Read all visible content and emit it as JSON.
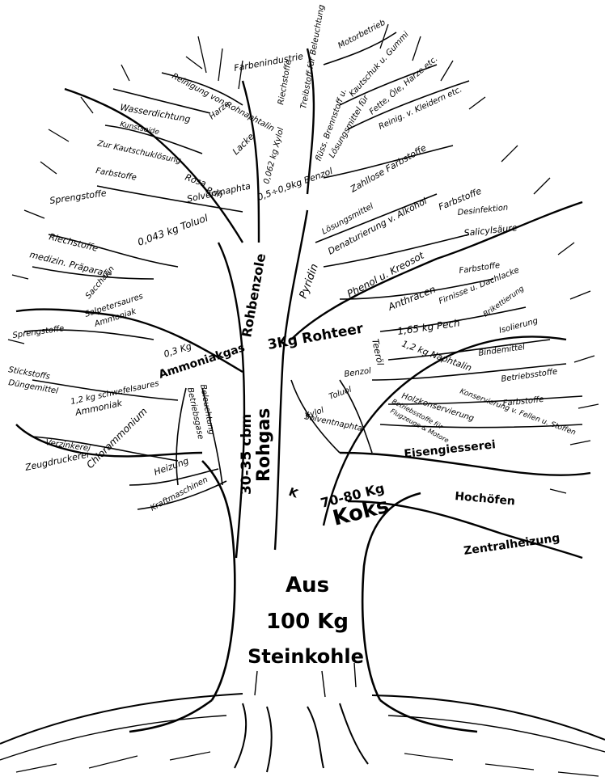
{
  "trunk": {
    "title_line1": "Aus",
    "title_line2": "100 Kg",
    "title_line3": "Steinkohle"
  },
  "main_products": {
    "rohgas_amount": "30-35 cbm",
    "rohgas": "Rohgas",
    "koks_amount": "70-80 Kg",
    "koks": "Koks",
    "rohteer": "3Kg Rohteer",
    "rohbenzole": "Rohbenzole",
    "ammoniakgas_amount": "0,3 Kg",
    "ammoniakgas": "Ammoniakgas",
    "k_mark": "K"
  },
  "labels": {
    "benzol_amount": "0,5÷0,9kg Benzol",
    "xylol": "0,062 kg Xylol",
    "toluol_amount": "0,043 kg Toluol",
    "farbenindustrie": "Farbenindustrie",
    "riechstoffe_top": "Riechstoffe",
    "treibstoff": "Treibstoff für Beleuchtung",
    "motorbetrieb": "Motorbetrieb",
    "kautschuk_gummi": "Kautschuk u. Gummi",
    "fette_oele": "Fette, Öle, Harze etc.",
    "reinig_kleidern": "Reinig. v. Kleidern etc.",
    "loesungsmittel_fuer": "Lösungsmittel für",
    "fluess_brennstoff": "flüss. Brennstoff u.",
    "zahllose_farbstoffe": "Zahllose Farbstoffe",
    "reinigung": "Reinigung von Rohnaphtalin",
    "lacke": "Lacke",
    "harze": "Harze",
    "wasserdicht": "Wasserdichtung",
    "kunstseide": "Kunstseide",
    "zur_kautschukloesung": "Zur Kautschuklösung",
    "farbstoffe_1": "Farbstoffe",
    "rosa": "Rosa",
    "roh": "Roh",
    "solventnaphta": "Solventnaphta",
    "sprengstoffe_1": "Sprengstoffe",
    "riechstoffe": "Riechstoffe",
    "medizin": "medizin. Präparate",
    "saccharin": "Saccharin",
    "sprengstoffe_2": "Sprengstoffe",
    "salpetersaures": "Salpetersaures",
    "ammoniak_1": "Ammoniak",
    "stickstoffs": "Stickstoffs",
    "duengemittel": "Düngemittel",
    "schwefelsaures_amount": "1,2 kg schwefelsaures",
    "ammoniak_2": "Ammoniak",
    "verzinkerei": "Verzinkerei",
    "zeugdruckerei": "Zeugdruckerei",
    "chlorammonium": "Chlorammonium",
    "beleuchtung": "Beleuchtung",
    "betriebsgase": "Betriebsgase",
    "heizung": "Heizung",
    "kraftmaschinen": "Kraftmaschinen",
    "pyridin": "Pyridin",
    "loesungsmittel": "Lösungsmittel",
    "denaturierung": "Denaturierung v. Alkohol",
    "phenol": "Phenol u. Kreosot",
    "farbstoffe_2": "Farbstoffe",
    "desinfektion": "Desinfektion",
    "salicylsaeure": "Salicylsäure",
    "anthracen": "Anthracen",
    "farbstoffe_3": "Farbstoffe",
    "firnisse": "Firnisse u. Dachlacke",
    "brikettierung": "Brikettierung",
    "isolierung": "Isolierung",
    "pech": "1,65 kg Pech",
    "bindemittel": "Bindemittel",
    "teeroel": "Teeröl",
    "naphtalin": "1,2 kg Naphtalin",
    "betriebsstoffe": "Betriebsstoffe",
    "farbstoffe_4": "Farbstoffe",
    "konservierung": "Konservierung v. Fellen u. Stoffen",
    "benzol_2": "Benzol",
    "toluol_2": "Toluol",
    "xylol_2": "Xylol",
    "solventnaphta_2": "Solventnaphta",
    "holzkonservierung": "Holzkonservierung",
    "betriebsstoffe_fuer": "Betriebsstoffe für",
    "flugzeuge": "Flugzeuge & Motore",
    "eisengiesserei": "Eisengiesserei",
    "hochoefen": "Hochöfen",
    "zentralheizung": "Zentralheizung"
  }
}
